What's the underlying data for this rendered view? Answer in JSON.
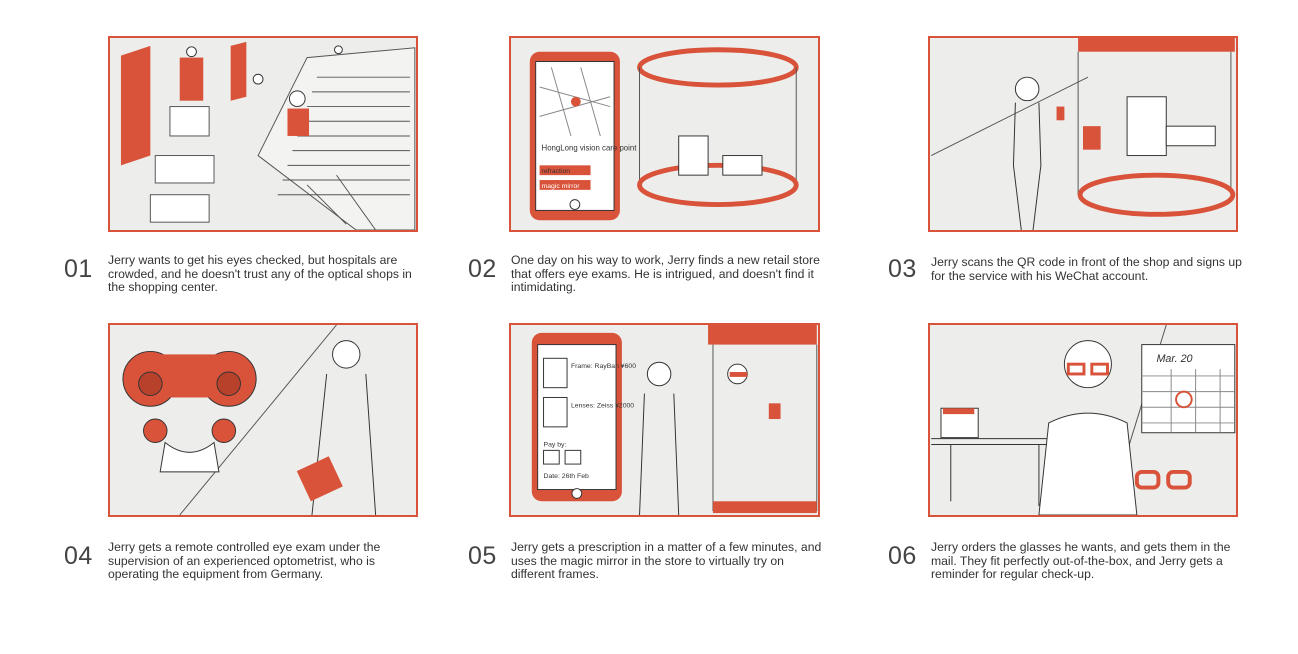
{
  "panels": [
    {
      "number": "01",
      "caption": "Jerry wants to get his eyes checked, but hospitals are crowded, and he doesn't trust any of the optical shops in the shopping center."
    },
    {
      "number": "02",
      "caption": "One day on his way to work, Jerry finds a new retail store that offers eye exams. He is intrigued, and doesn't find it intimidating."
    },
    {
      "number": "03",
      "caption": "Jerry scans the QR code in front of the shop and signs up for the service with his WeChat account."
    },
    {
      "number": "04",
      "caption": "Jerry gets a remote controlled eye exam under the supervision of an experienced optometrist, who is operating the equipment from Germany."
    },
    {
      "number": "05",
      "caption": "Jerry gets a prescription in a matter of a few minutes, and uses the magic mirror in the store to virtually try on different frames."
    },
    {
      "number": "06",
      "caption": "Jerry orders the glasses he wants, and gets them in the mail. They fit perfectly out-of-the-box, and Jerry gets a reminder for regular check-up."
    }
  ],
  "sketch_text": {
    "p2_place": "HongLong vision care point",
    "p2_btn1": "refraction",
    "p2_btn2": "magic mirror",
    "p5_frame": "Frame: RayBan ¥600",
    "p5_lens": "Lenses: Zeiss ¥2000",
    "p5_pay": "Pay by:",
    "p5_date": "Date: 26th Feb",
    "p6_month": "Mar. 20"
  },
  "colors": {
    "accent": "#d9533a",
    "sketch_bg": "#ececea",
    "ink": "#333333"
  }
}
